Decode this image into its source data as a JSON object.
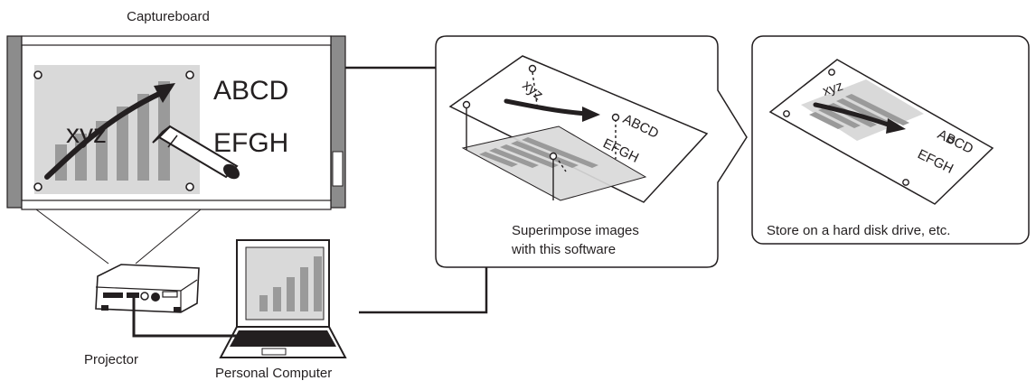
{
  "labels": {
    "captureboard": "Captureboard",
    "projector": "Projector",
    "personal_computer": "Personal Computer",
    "superimpose_line1": "Superimpose images",
    "superimpose_line2": "with this software",
    "store": "Store on a hard disk drive, etc."
  },
  "board_text": {
    "xyz": "xyz",
    "line1": "ABCD",
    "line2": "EFGH"
  },
  "colors": {
    "stroke": "#231f20",
    "panel_gray": "#d9d9d9",
    "bar_gray": "#9a9a9a",
    "frame_gray": "#8c8c8c"
  }
}
